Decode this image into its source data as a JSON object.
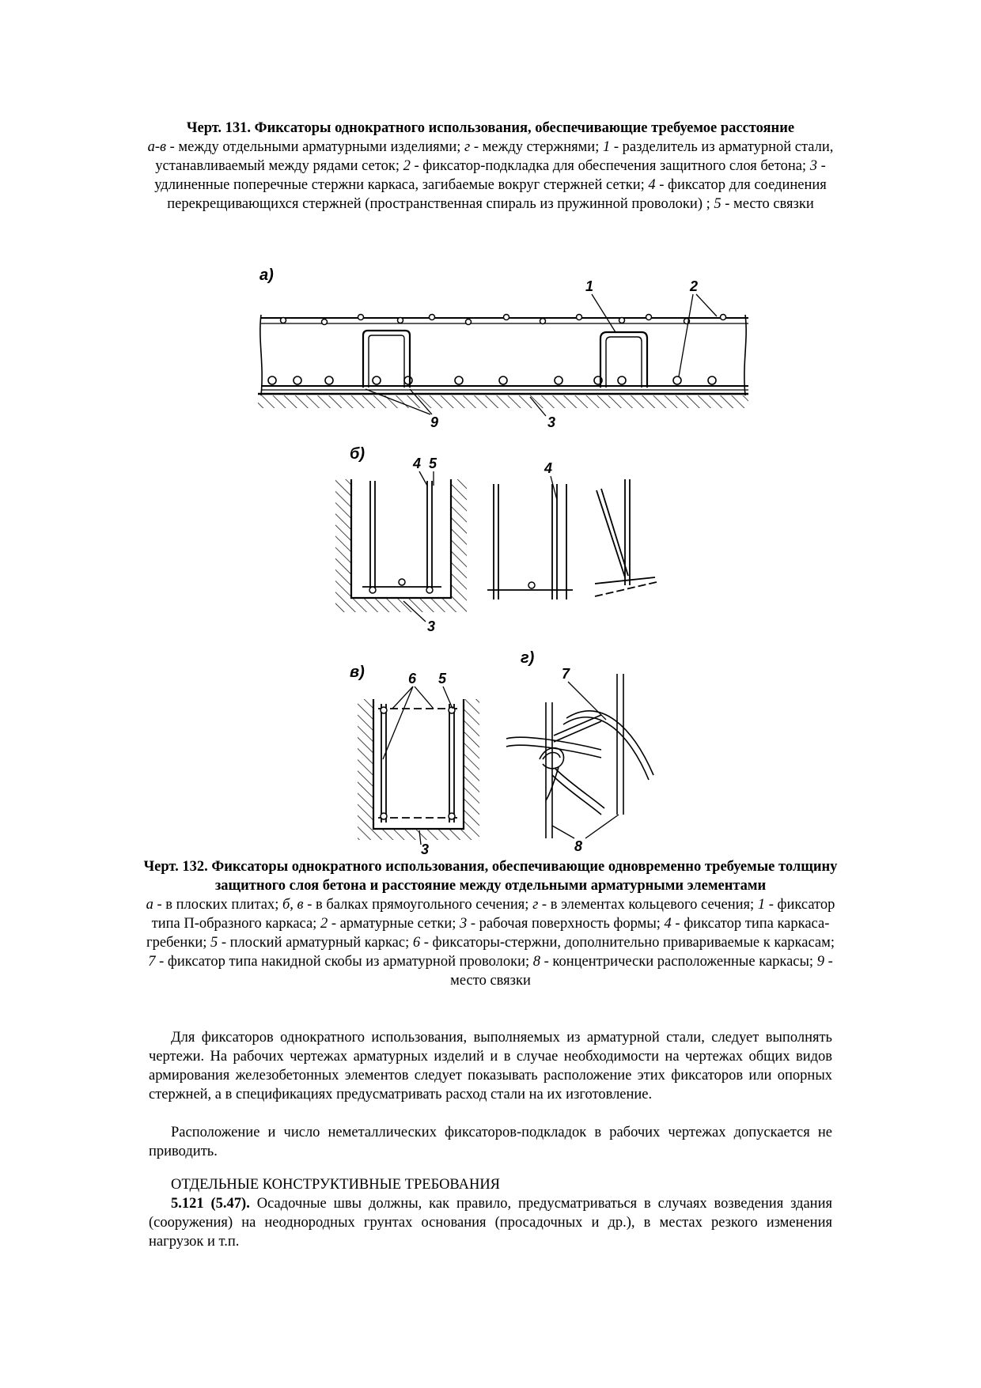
{
  "fig131": {
    "title": "Черт. 131. Фиксаторы однократного использования, обеспечивающие требуемое расстояние",
    "legend": [
      {
        "k": "а-в",
        "t": " - между отдельными арматурными изделиями; "
      },
      {
        "k": "г",
        "t": " - между стержнями; "
      },
      {
        "k": "1",
        "t": " - разделитель из арматурной стали, устанавливаемый между рядами сеток; "
      },
      {
        "k": "2",
        "t": " - фиксатор-подкладка для обеспечения защитного слоя бетона; "
      },
      {
        "k": "3",
        "t": " - удлиненные поперечные стержни каркаса, загибаемые вокруг стержней сетки; "
      },
      {
        "k": "4",
        "t": " - фиксатор для соединения перекрещивающихся стержней (пространственная спираль из пружинной проволоки) ; "
      },
      {
        "k": "5",
        "t": " - место связки"
      }
    ]
  },
  "drawing": {
    "label_a": "а)",
    "label_b": "б)",
    "label_v": "в)",
    "label_g": "г)",
    "num_1": "1",
    "num_2": "2",
    "num_3": "3",
    "num_4": "4",
    "num_5": "5",
    "num_6": "6",
    "num_7": "7",
    "num_8": "8",
    "num_9": "9"
  },
  "fig132": {
    "title": "Черт. 132. Фиксаторы однократного использования, обеспечивающие одновременно требуемые толщину защитного слоя бетона и расстояние между отдельными арматурными элементами",
    "legend": [
      {
        "k": "а",
        "t": " - в плоских плитах; "
      },
      {
        "k": "б, в",
        "t": " - в балках прямоугольного сечения; "
      },
      {
        "k": "г",
        "t": " - в элементах кольцевого сечения; "
      },
      {
        "k": "1",
        "t": " - фиксатор типа П-образного каркаса; "
      },
      {
        "k": "2",
        "t": " - арматурные сетки; "
      },
      {
        "k": "3",
        "t": " - рабочая поверхность формы; "
      },
      {
        "k": "4",
        "t": " - фиксатор типа каркаса-гребенки; "
      },
      {
        "k": "5",
        "t": " - плоский арматурный каркас; "
      },
      {
        "k": "6",
        "t": " - фиксаторы-стержни, дополнительно привариваемые к каркасам; "
      },
      {
        "k": "7",
        "t": " - фиксатор типа накидной скобы из арматурной проволоки; "
      },
      {
        "k": "8",
        "t": " - концентрически расположенные каркасы; "
      },
      {
        "k": "9",
        "t": " - место связки"
      }
    ]
  },
  "body": {
    "p1": "Для фиксаторов однократного использования, выполняемых из арматурной стали, следует выполнять чертежи. На рабочих чертежах арматурных изделий и в случае необходимости на чертежах общих видов армирования железобетонных элементов следует показывать расположение этих фиксаторов или опорных стержней, а в спецификациях предусматривать расход стали на их изготовление.",
    "p2": "Расположение и число неметаллических фиксаторов-подкладок в рабочих чертежах допускается не приводить.",
    "heading": "ОТДЕЛЬНЫЕ КОНСТРУКТИВНЫЕ ТРЕБОВАНИЯ",
    "p3_lead": "5.121 (5.47).",
    "p3_text": " Осадочные швы должны, как правило, предусматриваться в случаях возведения здания (сооружения) на неоднородных грунтах основания (просадочных и др.), в местах резкого изменения нагрузок и т.п."
  }
}
